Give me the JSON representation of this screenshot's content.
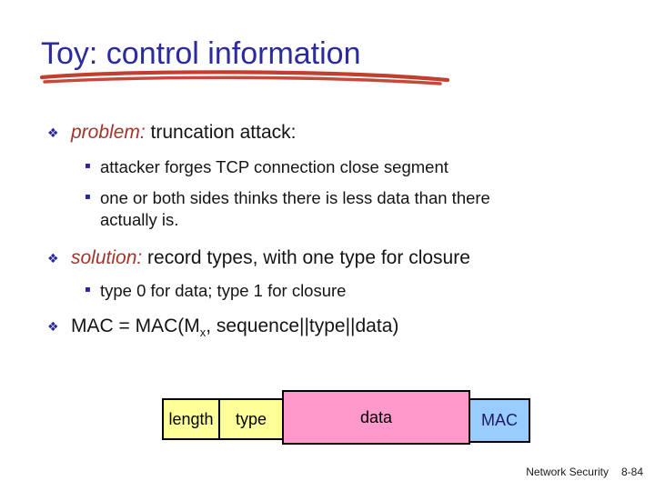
{
  "slide": {
    "title": "Toy: control information",
    "icons": {
      "bullet_diamond": "❖",
      "bullet_square": "▪"
    },
    "colors": {
      "title_text": "#2b2b9e",
      "underline_red": "#c23f2f",
      "lead_maroon": "#a3342b",
      "bullet_navy": "#28289b"
    },
    "bullets": {
      "b1_lead": "problem:",
      "b1_rest": " truncation attack:",
      "b1_sub1": "attacker forges TCP connection close segment",
      "b1_sub2_line1": "one or both sides thinks there is less data than there",
      "b1_sub2_line2": "actually is.",
      "b2_lead": "solution:",
      "b2_rest": " record types, with one type for closure",
      "b2_sub1": "type 0 for data; type 1 for closure",
      "b3_pre": "MAC = MAC(M",
      "b3_subscript": "x",
      "b3_post": ", sequence||type||data)"
    },
    "record": {
      "fields": [
        {
          "label": "length",
          "fill": "#ffff99",
          "text": "#000000"
        },
        {
          "label": "type",
          "fill": "#ffff99",
          "text": "#000000"
        },
        {
          "label": "data",
          "fill": "#ff99cc",
          "text": "#000000"
        },
        {
          "label": "MAC",
          "fill": "#99ccff",
          "text": "#1a1a66"
        }
      ]
    },
    "footer": {
      "course": "Network Security",
      "page": "8-84"
    }
  }
}
